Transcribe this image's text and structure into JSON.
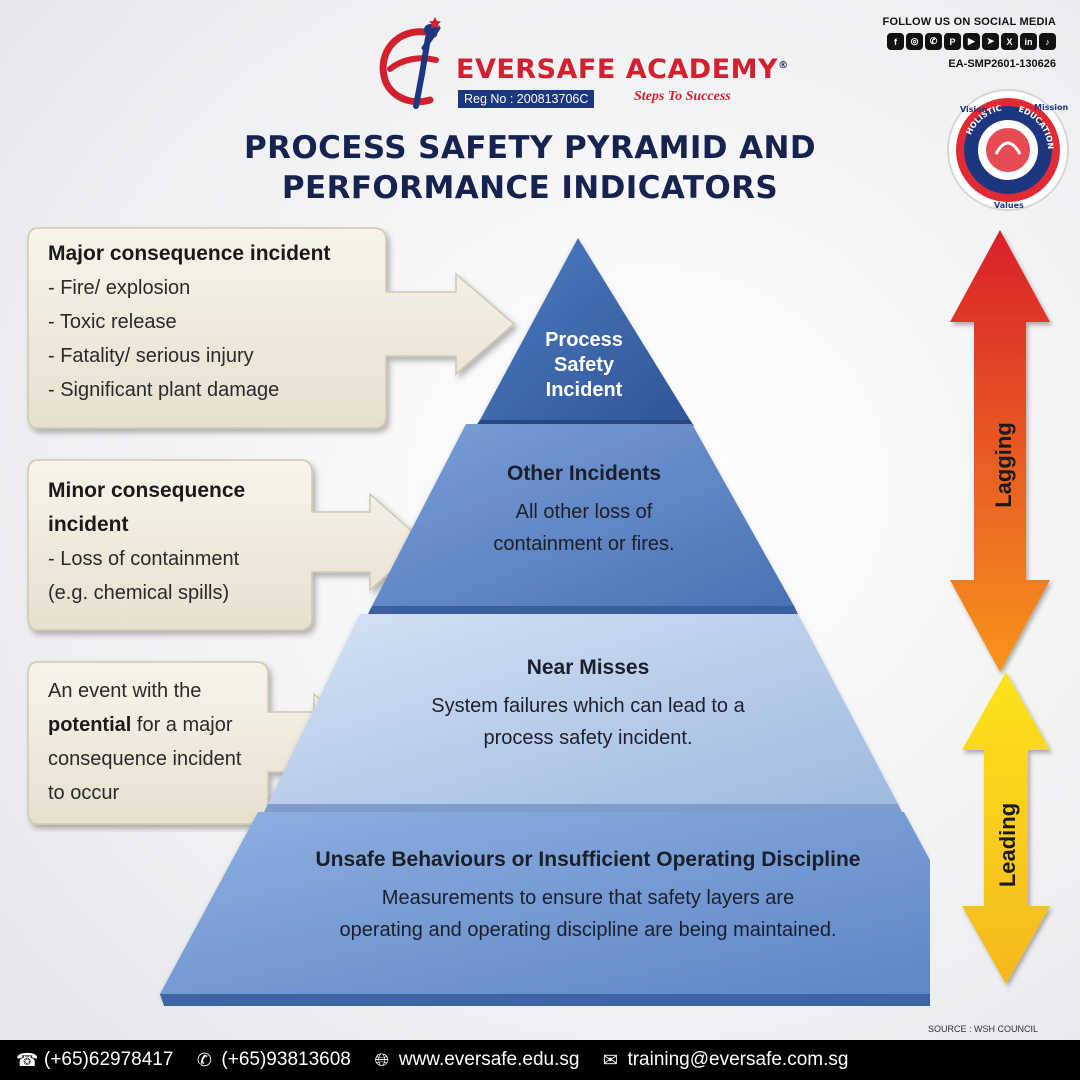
{
  "brand": {
    "name": "EVERSAFE ACADEMY",
    "registered_mark": "®",
    "reg_no": "Reg No : 200813706C",
    "tagline": "Steps To Success"
  },
  "social": {
    "label": "FOLLOW US ON SOCIAL MEDIA",
    "icons": [
      "facebook-icon",
      "instagram-icon",
      "whatsapp-icon",
      "pinterest-icon",
      "youtube-icon",
      "telegram-icon",
      "x-icon",
      "linkedin-icon",
      "tiktok-icon"
    ],
    "icon_glyphs": [
      "f",
      "◎",
      "✆",
      "P",
      "▶",
      "➤",
      "X",
      "in",
      "♪"
    ],
    "ref_code": "EA-SMP2601-130626"
  },
  "seal": {
    "words": [
      "Vision",
      "Mission",
      "Values",
      "HOLISTIC",
      "EDUCATION"
    ]
  },
  "title": {
    "line1": "PROCESS SAFETY PYRAMID AND",
    "line2": "PERFORMANCE INDICATORS"
  },
  "callouts": [
    {
      "heading": "Major consequence incident",
      "items": [
        "- Fire/ explosion",
        "- Toxic release",
        "- Fatality/ serious injury",
        "- Significant plant damage"
      ]
    },
    {
      "heading_line1": "Minor consequence",
      "heading_line2": "incident",
      "items": [
        "- Loss of containment",
        "(e.g. chemical spills)"
      ]
    },
    {
      "line1": "An event with the",
      "line2_bold": "potential",
      "line2_rest": " for a major",
      "line3": "consequence incident",
      "line4": "to occur"
    }
  ],
  "pyramid": {
    "apex": [
      "Process",
      "Safety",
      "Incident"
    ],
    "tiers": [
      {
        "title": "Other Incidents",
        "desc": [
          "All other loss of",
          "containment or fires."
        ]
      },
      {
        "title": "Near Misses",
        "desc": [
          "System failures which can lead to a",
          "process safety incident."
        ]
      },
      {
        "title": "Unsafe Behaviours or Insufficient Operating Discipline",
        "desc": [
          "Measurements to ensure that safety layers are",
          "operating and operating discipline are being maintained."
        ]
      }
    ],
    "colors": {
      "apex": "#3d67ab",
      "tier1": "#5a82c3",
      "tier2": "#b9cde9",
      "tier3": "#6b93cf"
    }
  },
  "indicators": {
    "lagging": "Lagging",
    "leading": "Leading",
    "lagging_colors": [
      "#d9202a",
      "#f7941d"
    ],
    "leading_colors": [
      "#fbe31a",
      "#f5b81d"
    ]
  },
  "source": "SOURCE : WSH COUNCIL",
  "footer": {
    "phone": "(+65)62978417",
    "whatsapp": "(+65)93813608",
    "website": "www.eversafe.edu.sg",
    "email": "training@eversafe.com.sg"
  }
}
